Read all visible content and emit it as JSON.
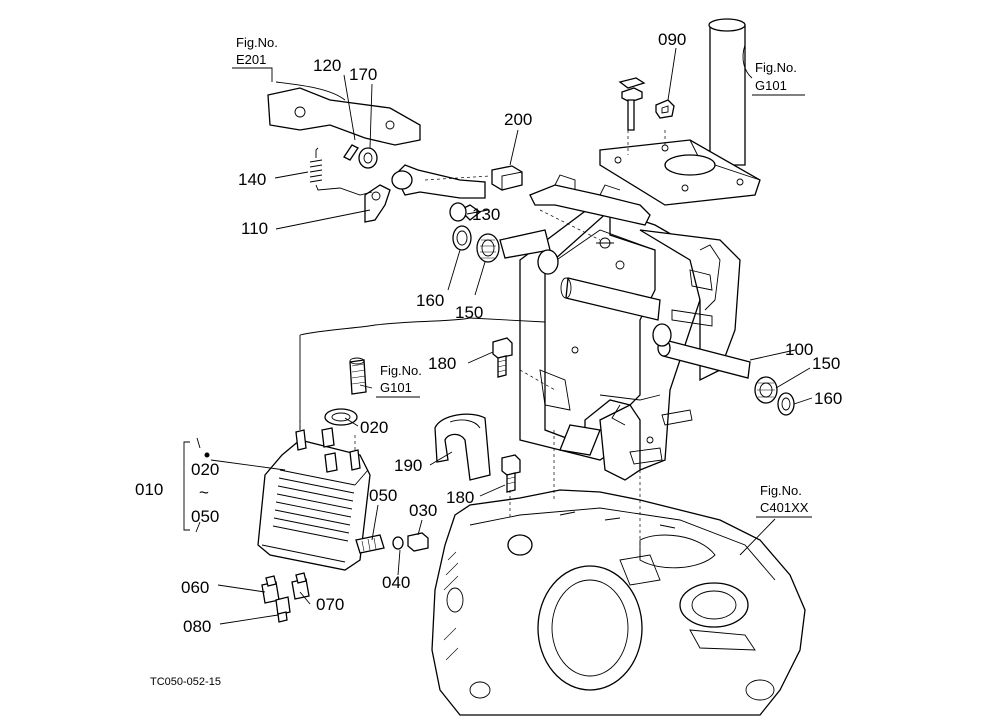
{
  "parts": {
    "p010": "010",
    "p020": "020",
    "p020r": "020",
    "tilde": "~",
    "p050r": "050",
    "p030": "030",
    "p040": "040",
    "p050": "050",
    "p060": "060",
    "p070": "070",
    "p080": "080",
    "p090": "090",
    "p100": "100",
    "p110": "110",
    "p120": "120",
    "p130": "130",
    "p140": "140",
    "p150a": "150",
    "p150b": "150",
    "p160a": "160",
    "p160b": "160",
    "p170": "170",
    "p180a": "180",
    "p180b": "180",
    "p190": "190",
    "p200": "200"
  },
  "refs": {
    "e201_a": "Fig.No.",
    "e201_b": "E201",
    "g101top_a": "Fig.No.",
    "g101top_b": "G101",
    "g101mid_a": "Fig.No.",
    "g101mid_b": "G101",
    "c401_a": "Fig.No.",
    "c401_b": "C401XX"
  },
  "drawing_code": "TC050-052-15"
}
